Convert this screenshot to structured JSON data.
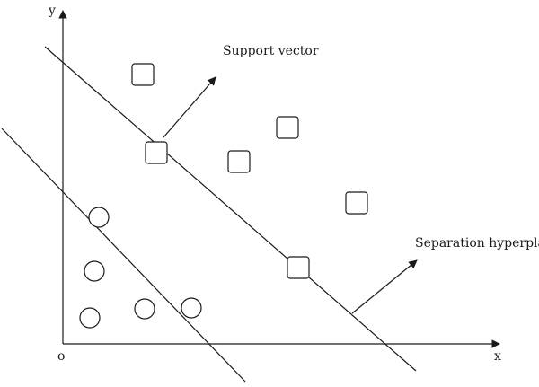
{
  "labels": {
    "support_vector": "Support vector",
    "separation_hyperplane": "Separation hyperplane",
    "axis_x": "x",
    "axis_y": "y",
    "origin": "o"
  },
  "colors": {
    "ink": "#1a1a1a",
    "background": "#ffffff"
  },
  "shapes": {
    "square_class": "square",
    "circle_class": "circle"
  }
}
